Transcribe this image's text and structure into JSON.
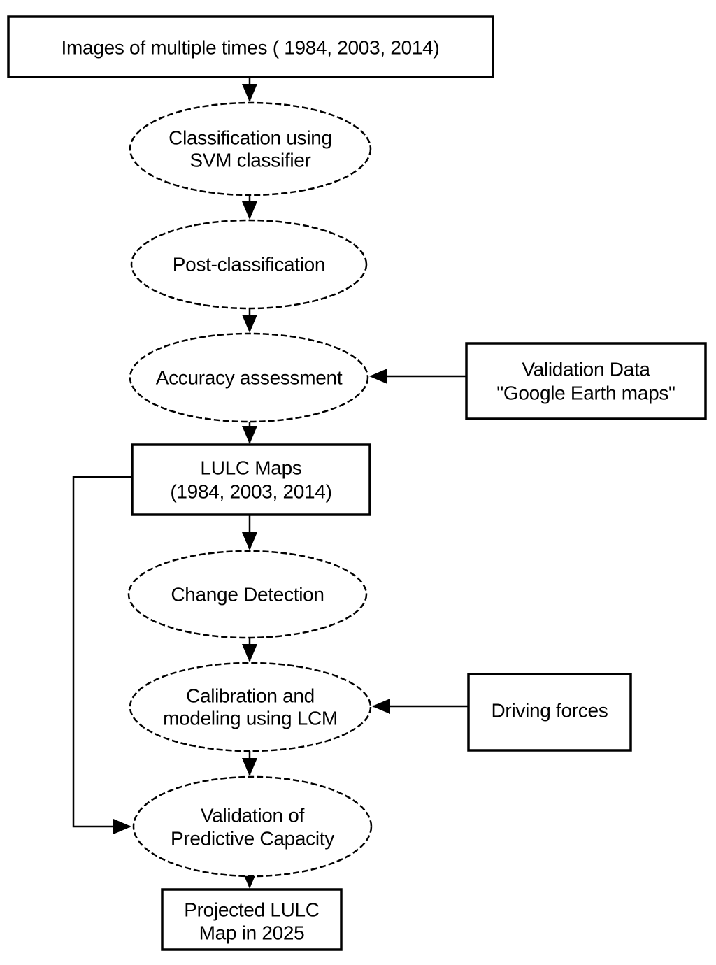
{
  "diagram": {
    "background": "#ffffff",
    "line_color": "#000000",
    "text_color": "#000000",
    "nodes": {
      "images": {
        "shape": "rectangle",
        "lines": [
          "Images of multiple times ( 1984, 2003, 2014)"
        ]
      },
      "classification": {
        "shape": "ellipse",
        "lines": [
          "Classification using",
          "SVM classifier"
        ]
      },
      "post_classification": {
        "shape": "ellipse",
        "lines": [
          "Post-classification"
        ]
      },
      "accuracy": {
        "shape": "ellipse",
        "lines": [
          "Accuracy assessment"
        ]
      },
      "validation_data": {
        "shape": "rectangle",
        "lines": [
          "Validation Data",
          "\"Google Earth maps\""
        ]
      },
      "lulc_maps": {
        "shape": "rectangle",
        "lines": [
          "LULC Maps",
          "(1984, 2003, 2014)"
        ]
      },
      "change_detection": {
        "shape": "ellipse",
        "lines": [
          "Change Detection"
        ]
      },
      "calibration": {
        "shape": "ellipse",
        "lines": [
          "Calibration and",
          "modeling using LCM"
        ]
      },
      "driving_forces": {
        "shape": "rectangle",
        "lines": [
          "Driving forces"
        ]
      },
      "validation_capacity": {
        "shape": "ellipse",
        "lines": [
          "Validation of",
          "Predictive Capacity"
        ]
      },
      "projected": {
        "shape": "rectangle",
        "lines": [
          "Projected LULC",
          "Map in 2025"
        ]
      }
    },
    "edges": [
      {
        "from": "images",
        "to": "classification"
      },
      {
        "from": "classification",
        "to": "post_classification"
      },
      {
        "from": "post_classification",
        "to": "accuracy"
      },
      {
        "from": "validation_data",
        "to": "accuracy"
      },
      {
        "from": "accuracy",
        "to": "lulc_maps"
      },
      {
        "from": "lulc_maps",
        "to": "change_detection"
      },
      {
        "from": "change_detection",
        "to": "calibration"
      },
      {
        "from": "driving_forces",
        "to": "calibration"
      },
      {
        "from": "calibration",
        "to": "validation_capacity"
      },
      {
        "from": "lulc_maps",
        "to": "validation_capacity"
      },
      {
        "from": "validation_capacity",
        "to": "projected"
      }
    ]
  }
}
